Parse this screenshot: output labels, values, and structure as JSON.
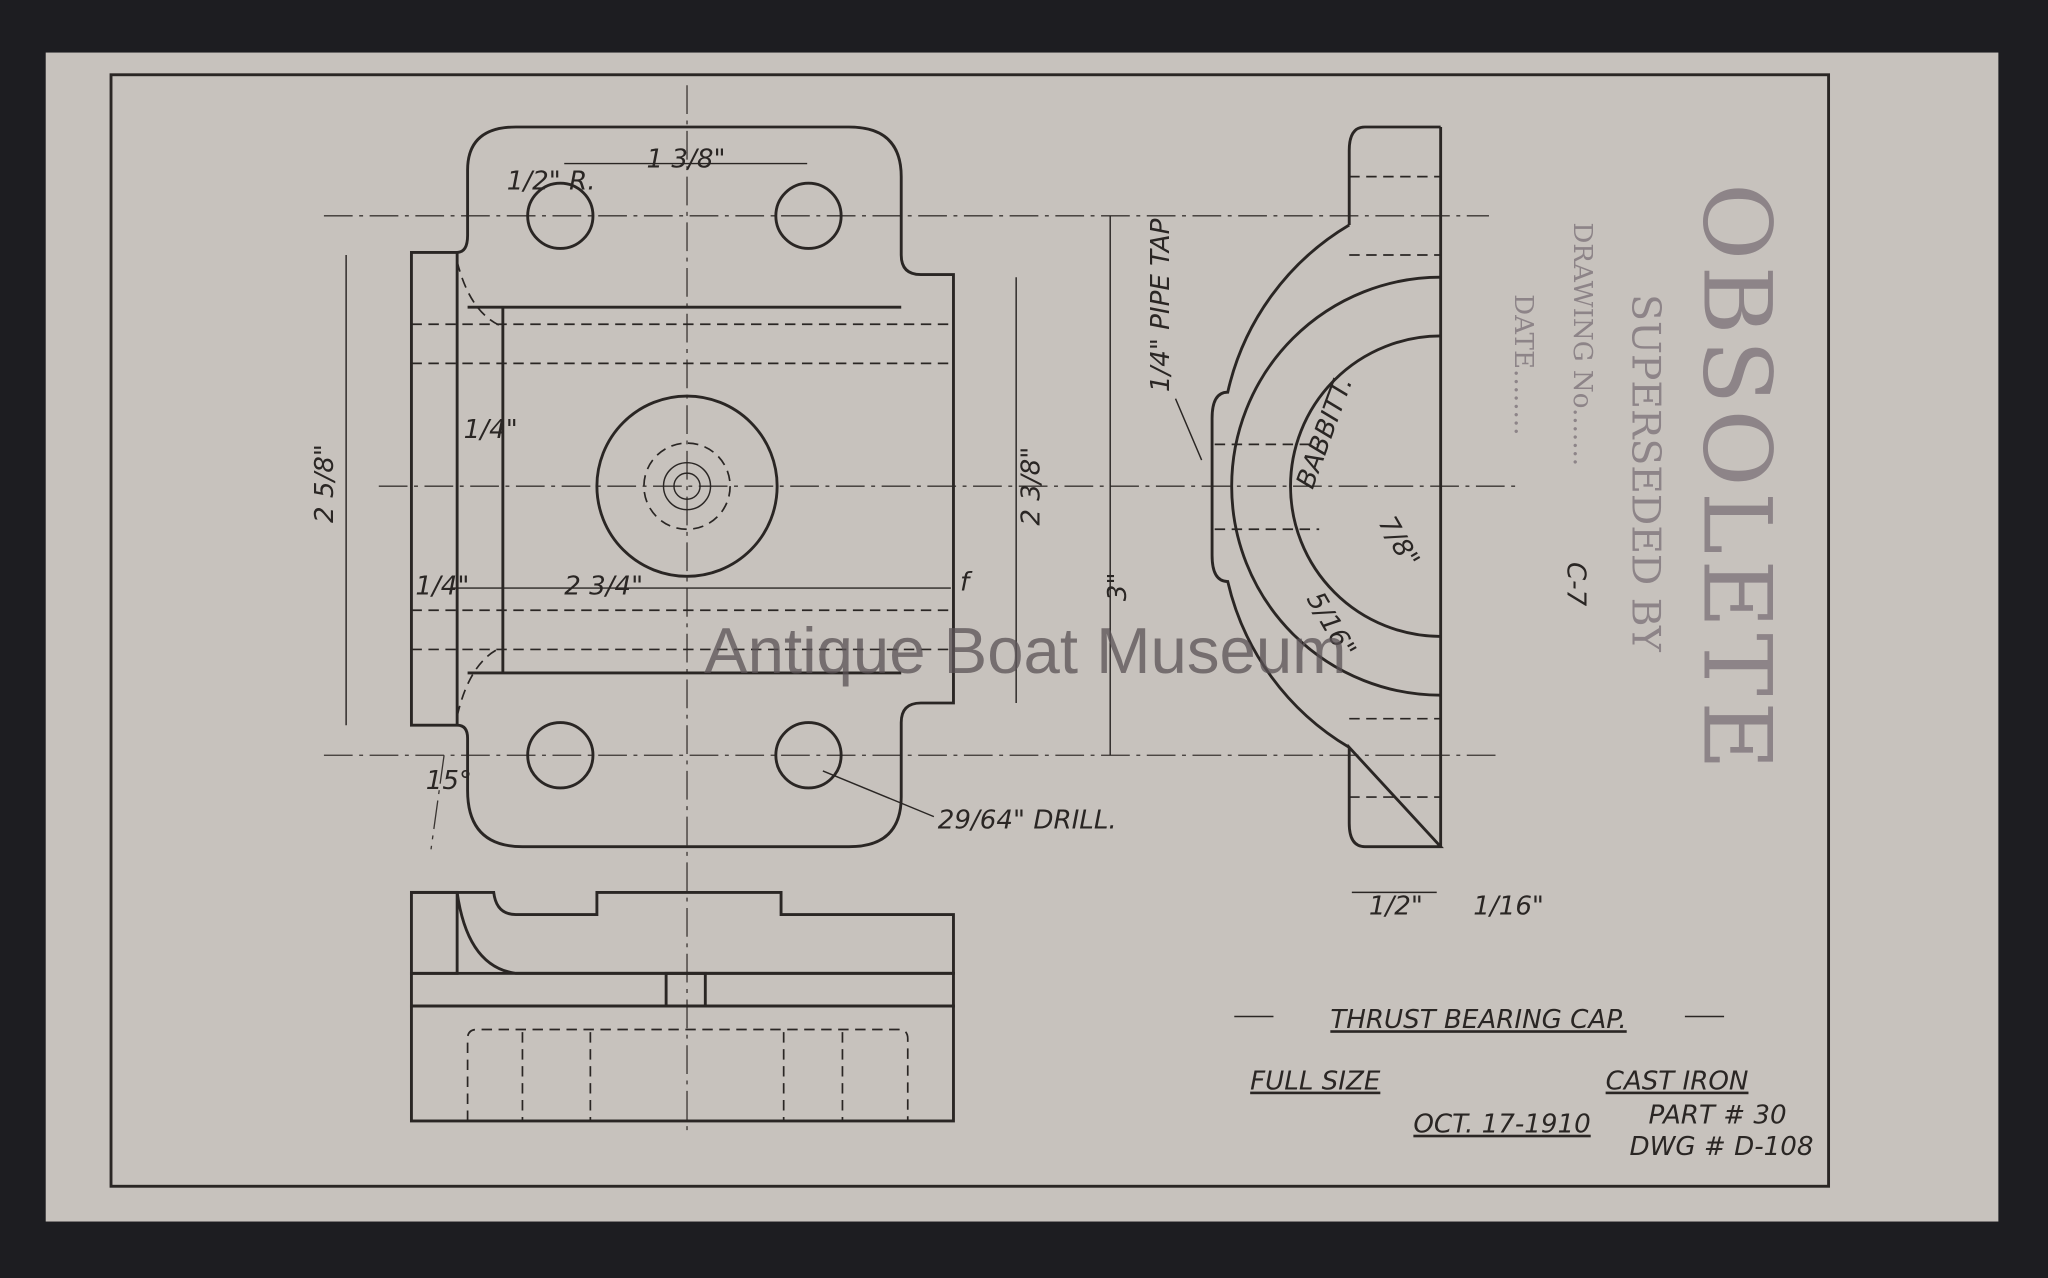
{
  "watermark": "Antique Boat Museum",
  "title_block": {
    "title": "THRUST BEARING CAP.",
    "scale": "FULL SIZE",
    "material": "CAST IRON",
    "date": "OCT. 17-1910",
    "part": "PART # 30",
    "drawing": "DWG # D-108"
  },
  "stamp": {
    "heading": "OBSOLETE",
    "superseded": "SUPERSEDED BY",
    "drawing_no": "DRAWING No.......",
    "drawing_no_value": "C-7",
    "date": "DATE........"
  },
  "dimensions": {
    "radius": "1/2\" R.",
    "hole_spacing": "1 3/8\"",
    "width_left": "2 5/8\"",
    "width_right": "2 3/8\"",
    "flange_top": "1/4\"",
    "flange_bottom": "1/4\"",
    "length": "2 3/4\"",
    "angle": "15°",
    "drill": "29/64\" DRILL.",
    "pipe_tap": "1/4\" PIPE TAP",
    "babbitt": "BABBITT.",
    "bore": "7/8\"",
    "babbitt_thk": "5/16\"",
    "height": "3\"",
    "flange_thk": "1/2\"",
    "finish_thk": "1/16\"",
    "finish_mark": "f"
  }
}
